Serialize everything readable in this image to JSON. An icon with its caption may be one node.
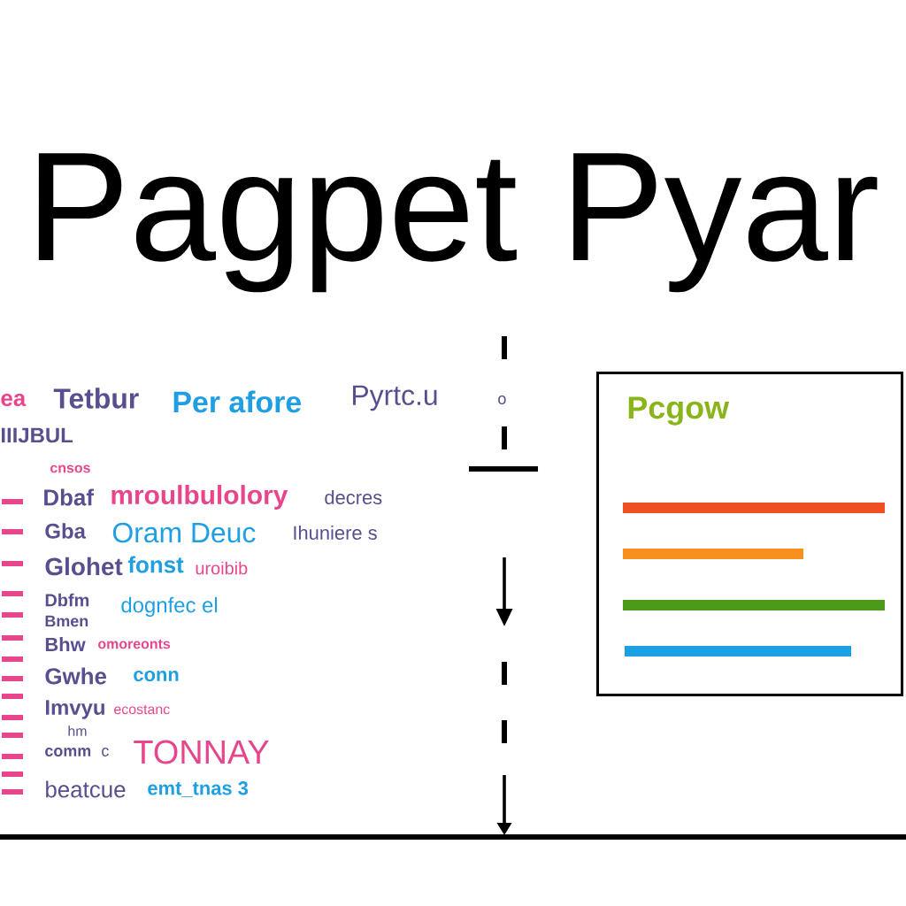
{
  "diagram": {
    "title": "Pagpet Pyar",
    "nodes": [
      {
        "text": [
          "Pcgow"
        ]
      }
    ],
    "labels": [
      "ea",
      "Tetbur",
      "Per afore",
      "Pyrtc.u",
      "o",
      "IIIJBUL",
      "cnsos",
      "Dbaf",
      "mroulbulolory",
      "decres",
      "Gba",
      "Oram Deuc",
      "Ihuniere s",
      "Glohet",
      "fonst",
      "uroibib",
      "Dbfm",
      "dognfec el",
      "Bmen",
      "Bhw",
      "omoreonts",
      "Gwhe",
      "conn",
      "Imvyu",
      "ecostanc",
      "hm",
      "comm",
      "c",
      "TONNAY",
      "beatcue",
      "emt_tnas 3"
    ]
  }
}
